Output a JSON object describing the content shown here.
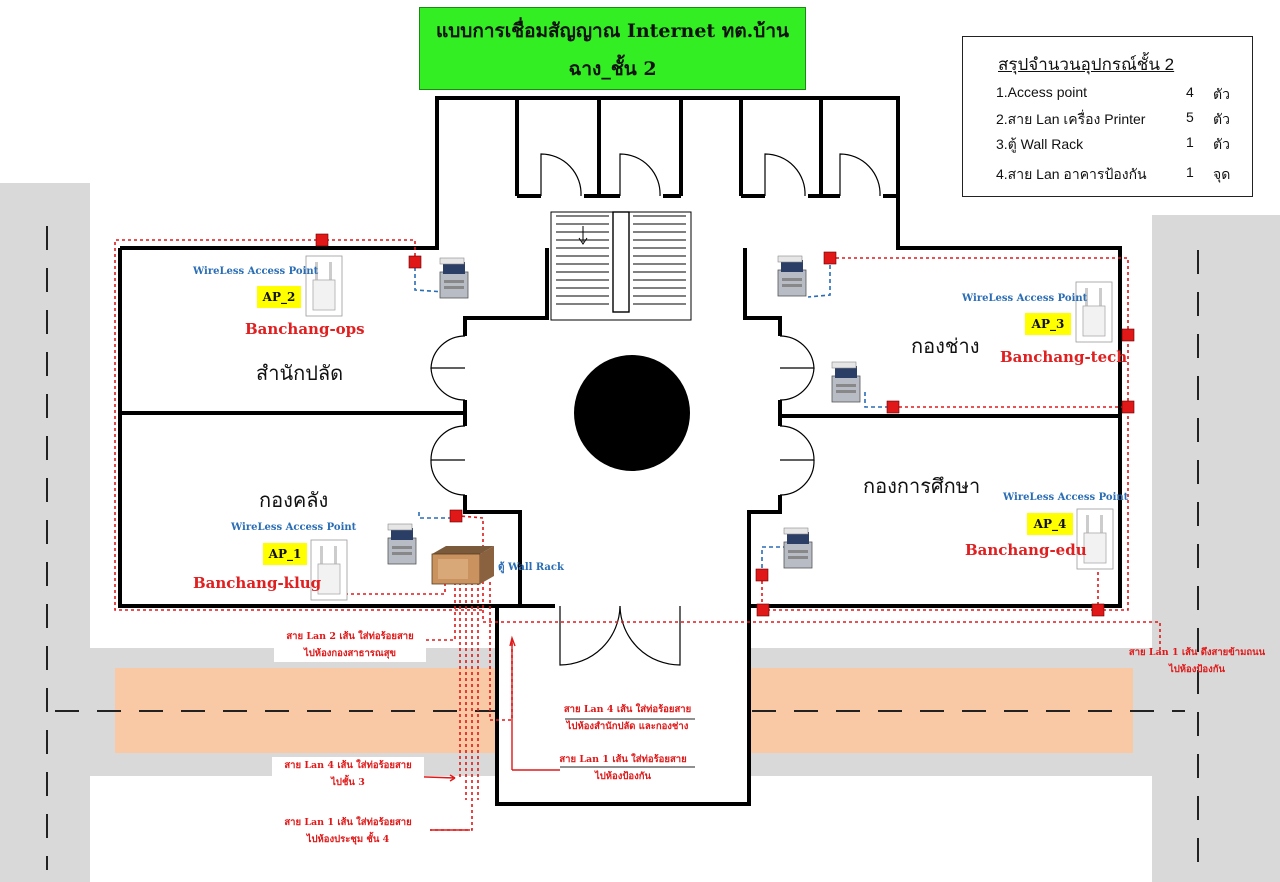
{
  "header": {
    "title_line1": "แบบการเชื่อมสัญญาณ Internet ทต.บ้าน",
    "title_line2": "ฉาง_ชั้น 2"
  },
  "summary": {
    "title": "สรุปจำนวนอุปกรณ์ชั้น 2",
    "items": [
      {
        "label": "1.Access point",
        "qty": "4",
        "unit": "ตัว"
      },
      {
        "label": "2.สาย Lan เครื่อง Printer",
        "qty": "5",
        "unit": "ตัว"
      },
      {
        "label": "3.ตู้ Wall Rack",
        "qty": "1",
        "unit": "ตัว"
      },
      {
        "label": "4.สาย Lan อาคารป้องกัน",
        "qty": "1",
        "unit": "จุด"
      }
    ]
  },
  "rooms": {
    "office": "สำนักปลัด",
    "finance": "กองคลัง",
    "engineering": "กองช่าง",
    "education": "กองการศึกษา"
  },
  "access_points": [
    {
      "badge": "AP_1",
      "caption": "WireLess Access Point",
      "ssid": "Banchang-klug"
    },
    {
      "badge": "AP_2",
      "caption": "WireLess Access Point",
      "ssid": "Banchang-ops"
    },
    {
      "badge": "AP_3",
      "caption": "WireLess Access Point",
      "ssid": "Banchang-tech"
    },
    {
      "badge": "AP_4",
      "caption": "WireLess Access Point",
      "ssid": "Banchang-edu"
    }
  ],
  "wall_rack_label": "ตู้ Wall Rack",
  "notes": {
    "n1_line1": "สาย Lan 2 เส้น ใส่ท่อร้อยสาย",
    "n1_line2": "ไปห้องกองสาธารณสุข",
    "n2_line1": "สาย Lan 4 เส้น ใส่ท่อร้อยสาย",
    "n2_line2": "ไปห้องสำนักปลัด และกองช่าง",
    "n3_line1": "สาย Lan 1 เส้น ใส่ท่อร้อยสาย",
    "n3_line2": "ไปห้องป้องกัน",
    "n4_line1": "สาย Lan 4 เส้น ใส่ท่อร้อยสาย",
    "n4_line2": "ไปชั้น 3",
    "n5_line1": "สาย Lan 1 เส้น ใส่ท่อร้อยสาย",
    "n5_line2": "ไปห้องประชุม ชั้น 4",
    "n6_line1": "สาย Lan 1 เส้น ดึงสายข้ามถนน",
    "n6_line2": "ไปห้องป้องกัน"
  },
  "colors": {
    "title_bg": "#33ee22",
    "cable": "#e01818",
    "printer_link": "#2a6db5",
    "road": "#d9d9d9",
    "walkway": "#f8c9a4"
  }
}
